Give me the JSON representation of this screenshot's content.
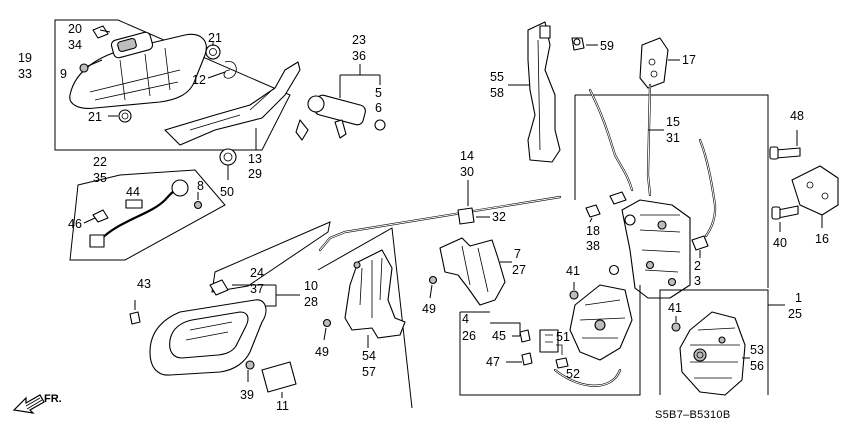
{
  "diagram_code": "S5B7–B5310B",
  "direction_label": "FR.",
  "callouts": {
    "c1": "1",
    "c2": "2",
    "c3": "3",
    "c4": "4",
    "c5": "5",
    "c6": "6",
    "c7": "7",
    "c8": "8",
    "c9": "9",
    "c10": "10",
    "c11": "11",
    "c12": "12",
    "c13": "13",
    "c14": "14",
    "c15": "15",
    "c16": "16",
    "c17": "17",
    "c18": "18",
    "c19": "19",
    "c20": "20",
    "c21a": "21",
    "c21b": "21",
    "c22": "22",
    "c23": "23",
    "c24": "24",
    "c25": "25",
    "c26": "26",
    "c27": "27",
    "c28": "28",
    "c29": "29",
    "c30": "30",
    "c31": "31",
    "c32": "32",
    "c33": "33",
    "c34": "34",
    "c35": "35",
    "c36": "36",
    "c37": "37",
    "c38": "38",
    "c39": "39",
    "c40": "40",
    "c41a": "41",
    "c41b": "41",
    "c43": "43",
    "c44": "44",
    "c45": "45",
    "c46": "46",
    "c47": "47",
    "c48": "48",
    "c49a": "49",
    "c49b": "49",
    "c50": "50",
    "c51": "51",
    "c52": "52",
    "c53": "53",
    "c54": "54",
    "c55": "55",
    "c56": "56",
    "c57": "57",
    "c58": "58",
    "c59": "59"
  }
}
